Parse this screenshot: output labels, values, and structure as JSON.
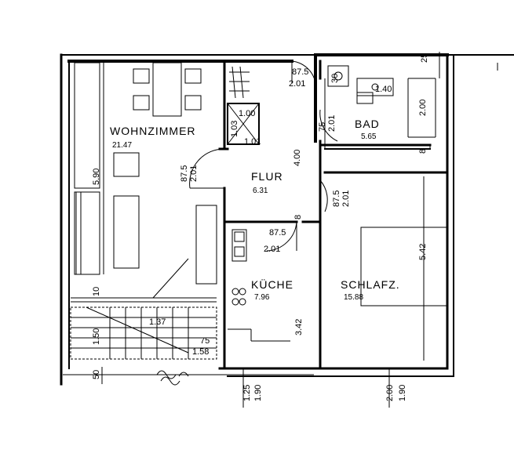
{
  "rooms": {
    "wohnzimmer": {
      "name": "WOHNZIMMER",
      "area": "21.47"
    },
    "flur": {
      "name": "FLUR",
      "area": "6.31"
    },
    "kueche": {
      "name": "KÜCHE",
      "area": "7.96"
    },
    "schlafz": {
      "name": "SCHLAFZ.",
      "area": "15.88"
    },
    "bad": {
      "name": "BAD",
      "area": "5.65"
    }
  },
  "dimensions": {
    "d_875_top": "87.5",
    "d_201_top": "2.01",
    "d_875_wohn": "87.5",
    "d_201_wohn": "2.01",
    "d_875_bad": "75",
    "d_201_bad": "2.01",
    "d_875_schl": "87.5",
    "d_201_schl": "2.01",
    "d_875_kue": "87.5",
    "d_201_kue": "2.01",
    "d_400": "4.00",
    "d_342": "3.42",
    "d_542": "5.42",
    "d_590": "5.90",
    "d_200_bad": "2.00",
    "d_100": "1.00",
    "d_103": "1.03",
    "d_101": "1.01",
    "d_140": "1.40",
    "d_30": "30",
    "d_8a": "8",
    "d_8b": "8",
    "d_25": "25",
    "d_137": "1.37",
    "d_150": "1.50",
    "d_10": "10",
    "d_50": "50",
    "d_75b": "75",
    "d_158": "1.58",
    "d_125": "1.25",
    "d_190a": "1.90",
    "d_200b": "2.00",
    "d_190b": "1.90"
  }
}
